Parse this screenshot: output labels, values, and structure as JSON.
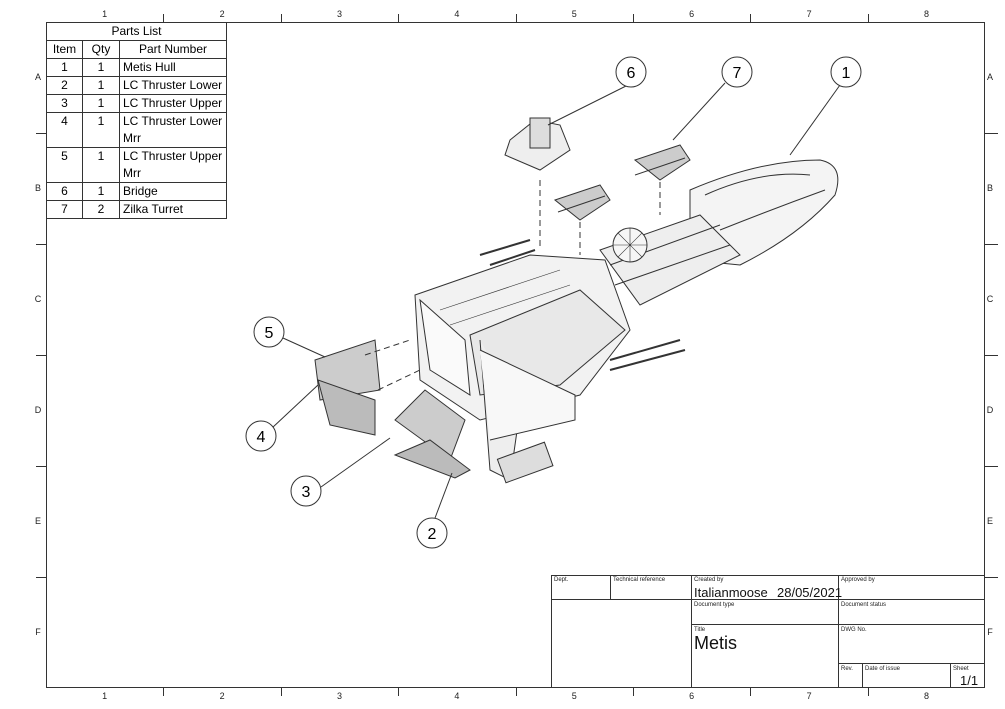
{
  "zones": {
    "columns": [
      "1",
      "2",
      "3",
      "4",
      "5",
      "6",
      "7",
      "8"
    ],
    "rows": [
      "A",
      "B",
      "C",
      "D",
      "E",
      "F"
    ]
  },
  "parts_list": {
    "title": "Parts List",
    "headers": [
      "Item",
      "Qty",
      "Part Number"
    ],
    "rows": [
      {
        "item": "1",
        "qty": "1",
        "part": "Metis Hull"
      },
      {
        "item": "2",
        "qty": "1",
        "part": "LC Thruster Lower"
      },
      {
        "item": "3",
        "qty": "1",
        "part": "LC Thruster Upper"
      },
      {
        "item": "4",
        "qty": "1",
        "part": "LC Thruster Lower Mrr"
      },
      {
        "item": "5",
        "qty": "1",
        "part": "LC Thruster Upper Mrr"
      },
      {
        "item": "6",
        "qty": "1",
        "part": "Bridge"
      },
      {
        "item": "7",
        "qty": "2",
        "part": "Zilka Turret"
      }
    ]
  },
  "balloons": [
    "1",
    "2",
    "3",
    "4",
    "5",
    "6",
    "7"
  ],
  "title_block": {
    "dept_label": "Dept.",
    "tech_ref_label": "Technical reference",
    "created_by_label": "Created by",
    "created_by": "Italianmoose",
    "date": "28/05/2021",
    "approved_by_label": "Approved by",
    "doc_type_label": "Document type",
    "doc_status_label": "Document status",
    "title_label": "Title",
    "title": "Metis",
    "dwg_no_label": "DWG No.",
    "rev_label": "Rev.",
    "date_of_issue_label": "Date of issue",
    "sheet_label": "Sheet",
    "sheet": "1/1"
  }
}
